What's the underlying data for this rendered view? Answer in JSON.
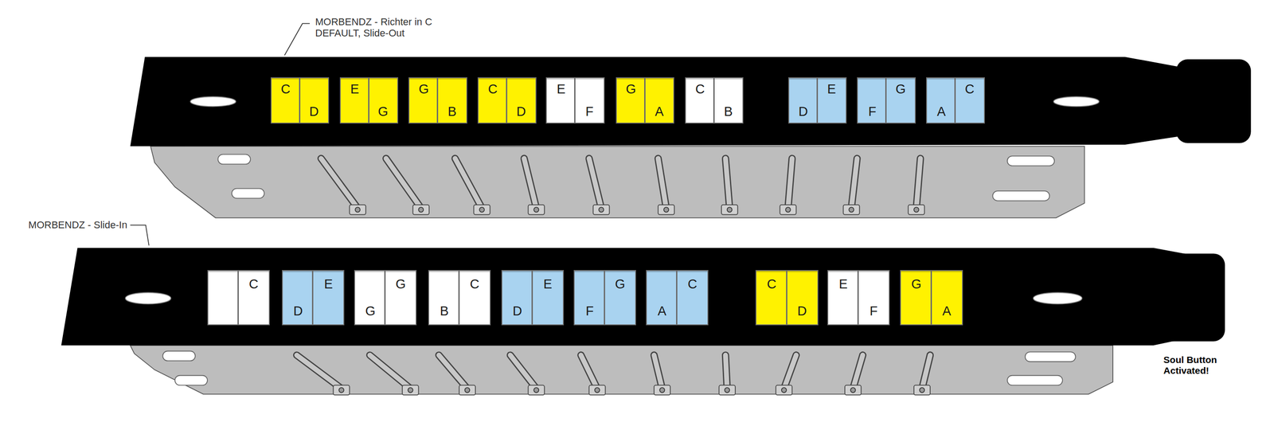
{
  "diagram": {
    "nodes": [
      {
        "text": [
          "C",
          "D"
        ]
      },
      {
        "text": [
          "E",
          "G"
        ]
      },
      {
        "text": [
          "G",
          "B"
        ]
      },
      {
        "text": [
          "C",
          "D"
        ]
      },
      {
        "text": [
          "E",
          "F"
        ]
      },
      {
        "text": [
          "G",
          "A"
        ]
      },
      {
        "text": [
          "C",
          "B"
        ]
      },
      {
        "text": [
          "E",
          "D"
        ]
      },
      {
        "text": [
          "G",
          "F"
        ]
      },
      {
        "text": [
          "C",
          "A"
        ]
      },
      {
        "text": [
          "C"
        ]
      },
      {
        "text": [
          "E",
          "D"
        ]
      },
      {
        "text": [
          "G",
          "G"
        ]
      },
      {
        "text": [
          "C",
          "B"
        ]
      },
      {
        "text": [
          "E",
          "D"
        ]
      },
      {
        "text": [
          "G",
          "F"
        ]
      },
      {
        "text": [
          "C",
          "A"
        ]
      },
      {
        "text": [
          "C",
          "D"
        ]
      },
      {
        "text": [
          "E",
          "F"
        ]
      },
      {
        "text": [
          "G",
          "A"
        ]
      }
    ],
    "labels": [
      "MORBENDZ - Richter in C DEFAULT, Slide-Out",
      "MORBENDZ - Slide-In",
      "Soul Button Activated!"
    ]
  }
}
